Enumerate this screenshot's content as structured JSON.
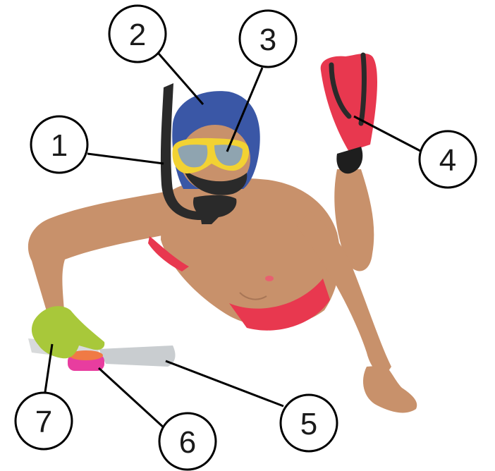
{
  "callouts": [
    {
      "id": "1",
      "label": "1"
    },
    {
      "id": "2",
      "label": "2"
    },
    {
      "id": "3",
      "label": "3"
    },
    {
      "id": "4",
      "label": "4"
    },
    {
      "id": "5",
      "label": "5"
    },
    {
      "id": "6",
      "label": "6"
    },
    {
      "id": "7",
      "label": "7"
    }
  ],
  "colors": {
    "skin": "#c8916b",
    "skin_shadow": "#a87656",
    "hood": "#3a57a6",
    "mask_frame": "#f2d233",
    "mask_lens": "#8fa4b0",
    "snorkel": "#2a2a2a",
    "fin": "#e8384f",
    "swimsuit": "#e8384f",
    "glove": "#a8c83a",
    "knife_blade": "#c9cdd0",
    "knife_band": "#e83d9f",
    "knife_cap": "#f07a45",
    "line": "#000000",
    "circle_fill": "#ffffff"
  }
}
